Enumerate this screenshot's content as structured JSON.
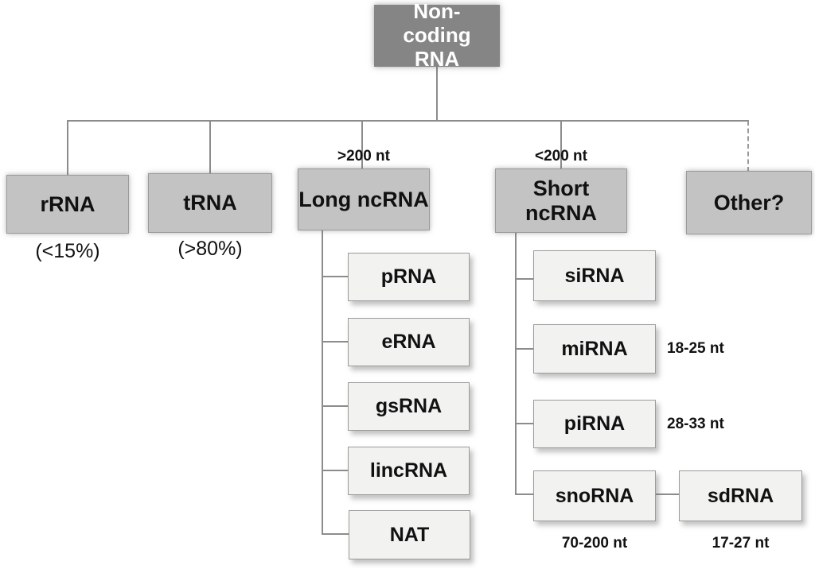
{
  "colors": {
    "root_fill": "#858585",
    "root_text": "#ffffff",
    "branch_fill": "#c3c3c3",
    "branch_border": "#9a9a9a",
    "leaf_fill": "#f2f2f0",
    "leaf_border": "#9b9b9b",
    "line": "#8c8c8c",
    "text": "#111111"
  },
  "root": {
    "label": "Non-coding RNA"
  },
  "branches": {
    "rrna": {
      "label": "rRNA",
      "note": "(<15%)"
    },
    "trna": {
      "label": "tRNA",
      "note": "(>80%)"
    },
    "long": {
      "label": "Long ncRNA",
      "size_note": ">200 nt"
    },
    "short": {
      "label": "Short ncRNA",
      "size_note": "<200 nt"
    },
    "other": {
      "label": "Other?"
    }
  },
  "long_children": {
    "prna": {
      "label": "pRNA"
    },
    "erna": {
      "label": "eRNA"
    },
    "gsrna": {
      "label": "gsRNA"
    },
    "lincrna": {
      "label": "lincRNA"
    },
    "nat": {
      "label": "NAT"
    }
  },
  "short_children": {
    "sirna": {
      "label": "siRNA"
    },
    "mirna": {
      "label": "miRNA",
      "size_note": "18-25 nt"
    },
    "pirna": {
      "label": "piRNA",
      "size_note": "28-33 nt"
    },
    "snorna": {
      "label": "snoRNA",
      "size_note": "70-200 nt"
    },
    "sdrna": {
      "label": "sdRNA",
      "size_note": "17-27 nt"
    }
  }
}
